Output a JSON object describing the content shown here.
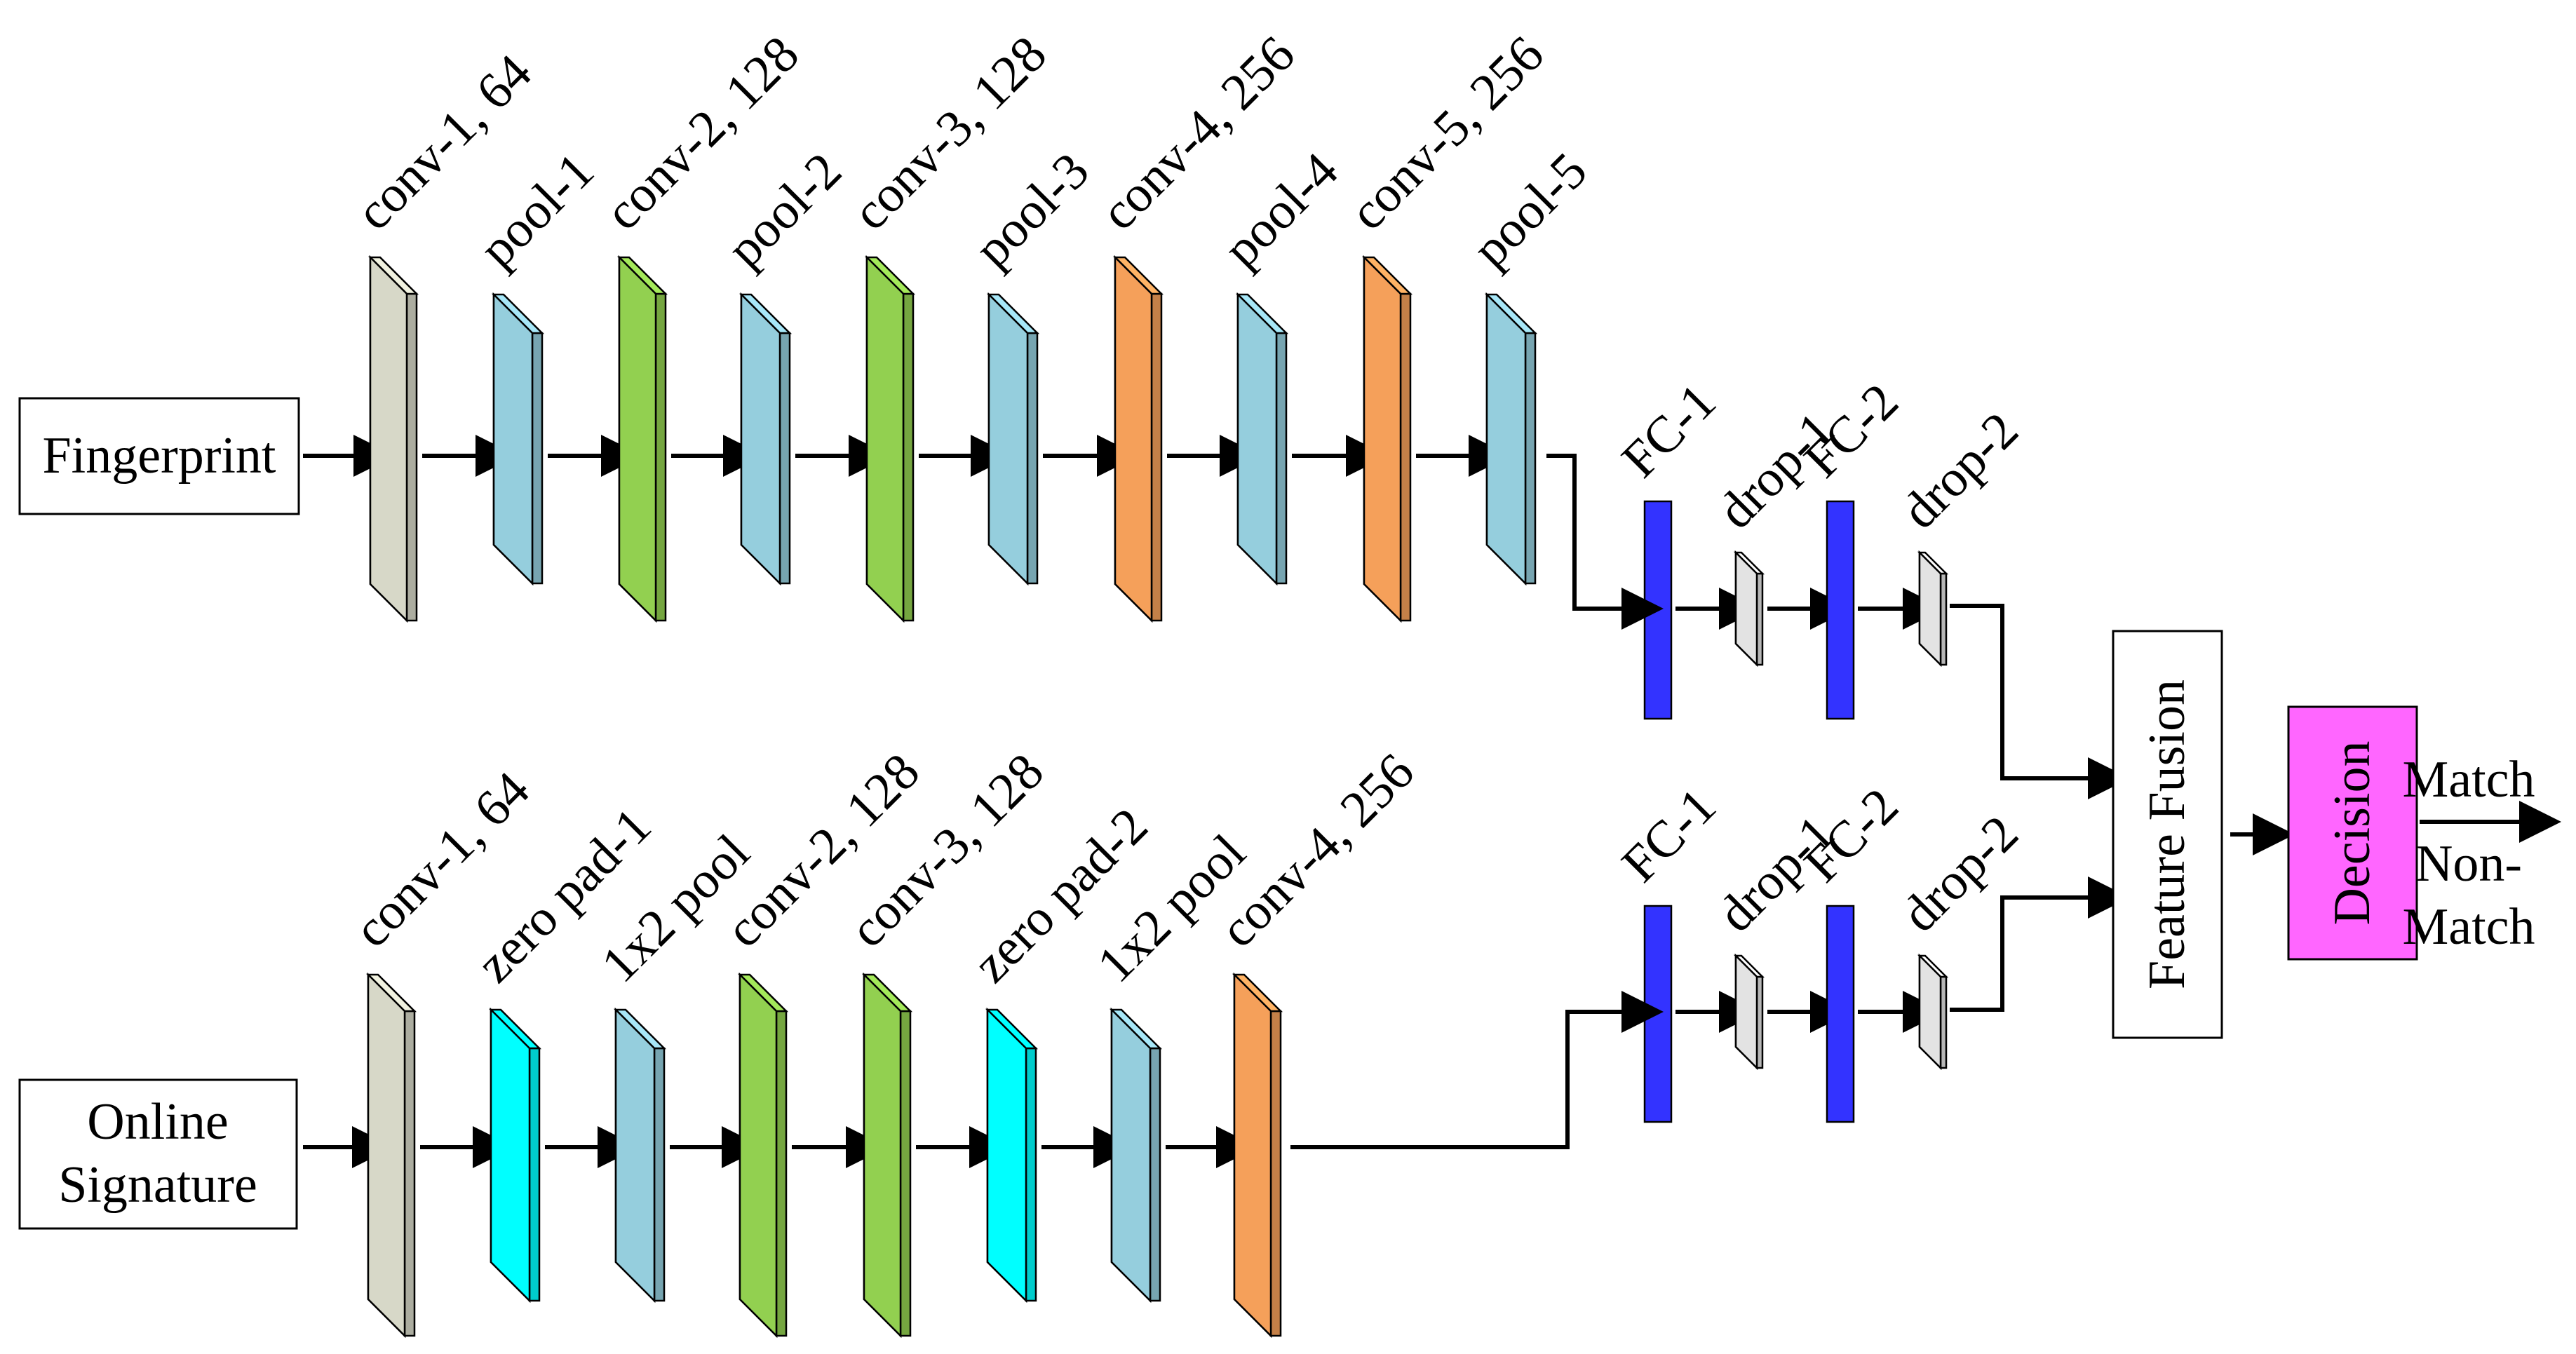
{
  "palette": {
    "conv_first": "#d7d8c8",
    "pool": "#95cedd",
    "conv_mid": "#92d050",
    "conv_deep": "#f5a05a",
    "zero_pad": "#00ffff",
    "fc": "#3333ff",
    "dropout": "#e3e3e3",
    "decision": "#ff66ff"
  },
  "fingerprint": {
    "input_label": "Fingerprint",
    "layers": [
      {
        "label": "conv-1, 64",
        "kind": "conv_first"
      },
      {
        "label": "pool-1",
        "kind": "pool"
      },
      {
        "label": "conv-2, 128",
        "kind": "conv_mid"
      },
      {
        "label": "pool-2",
        "kind": "pool"
      },
      {
        "label": "conv-3, 128",
        "kind": "conv_mid"
      },
      {
        "label": "pool-3",
        "kind": "pool"
      },
      {
        "label": "conv-4, 256",
        "kind": "conv_deep"
      },
      {
        "label": "pool-4",
        "kind": "pool"
      },
      {
        "label": "conv-5, 256",
        "kind": "conv_deep"
      },
      {
        "label": "pool-5",
        "kind": "pool"
      }
    ],
    "head": [
      {
        "label": "FC-1",
        "kind": "fc"
      },
      {
        "label": "drop-1",
        "kind": "dropout"
      },
      {
        "label": "FC-2",
        "kind": "fc"
      },
      {
        "label": "drop-2",
        "kind": "dropout"
      }
    ]
  },
  "signature": {
    "input_label_line1": "Online",
    "input_label_line2": "Signature",
    "layers": [
      {
        "label": "conv-1, 64",
        "kind": "conv_first"
      },
      {
        "label": "zero pad-1",
        "kind": "zero_pad"
      },
      {
        "label": "1x2 pool",
        "kind": "pool"
      },
      {
        "label": "conv-2, 128",
        "kind": "conv_mid"
      },
      {
        "label": "conv-3, 128",
        "kind": "conv_mid"
      },
      {
        "label": "zero pad-2",
        "kind": "zero_pad"
      },
      {
        "label": "1x2 pool",
        "kind": "pool"
      },
      {
        "label": "conv-4, 256",
        "kind": "conv_deep"
      }
    ],
    "head": [
      {
        "label": "FC-1",
        "kind": "fc"
      },
      {
        "label": "drop-1",
        "kind": "dropout"
      },
      {
        "label": "FC-2",
        "kind": "fc"
      },
      {
        "label": "drop-2",
        "kind": "dropout"
      }
    ]
  },
  "fusion_label": "Feature Fusion",
  "decision_label": "Decision",
  "outputs": {
    "match": "Match",
    "non_match_line1": "Non-",
    "non_match_line2": "Match"
  }
}
